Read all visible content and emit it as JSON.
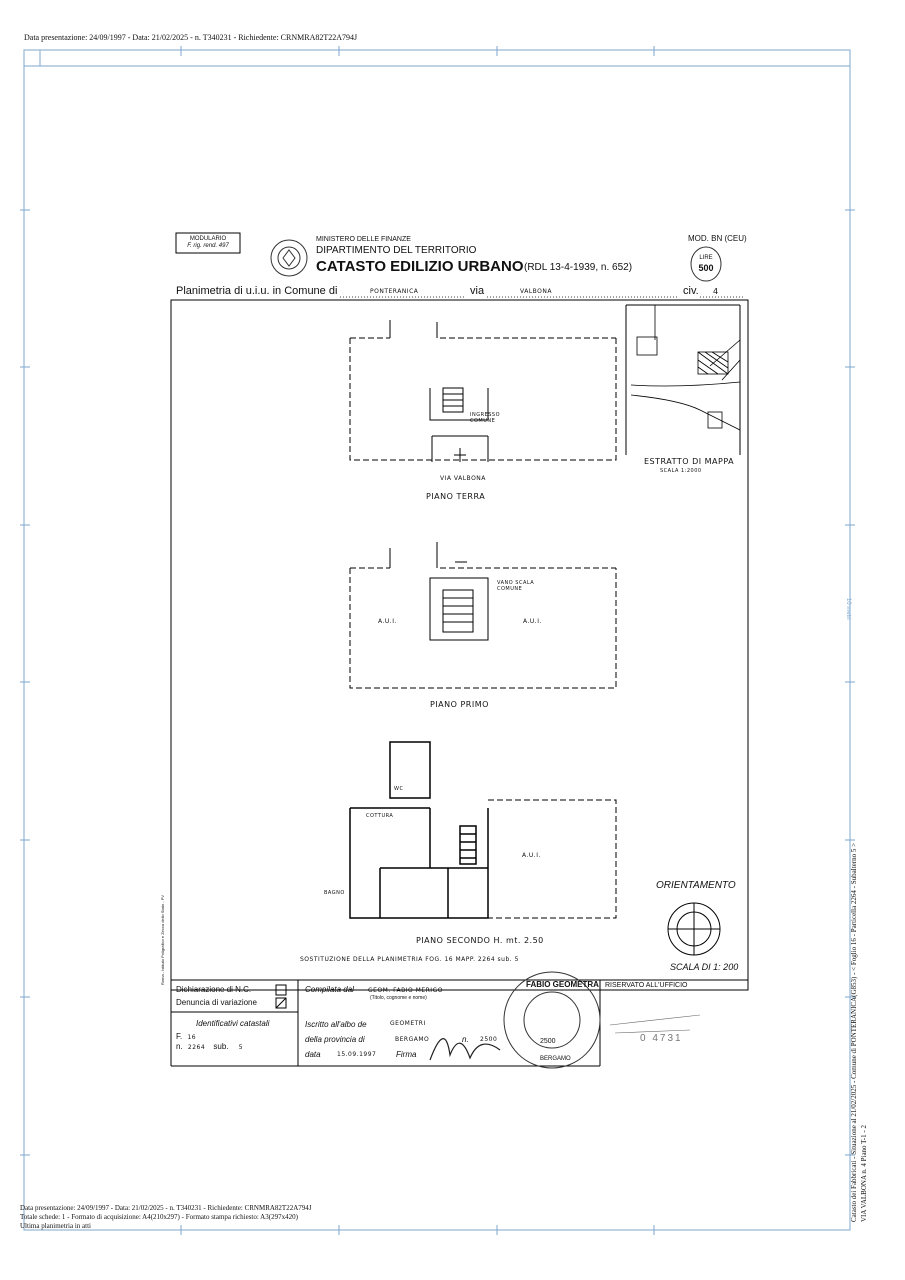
{
  "header_top": "Data presentazione: 24/09/1997 - Data: 21/02/2025 - n. T340231 - Richiedente: CRNMRA82T22A794J",
  "form": {
    "modulario_line1": "MODULARIO",
    "modulario_line2": "F. rig. rend. 497",
    "ministry": "MINISTERO DELLE FINANZE",
    "department": "DIPARTIMENTO DEL TERRITORIO",
    "catasto_title": "CATASTO EDILIZIO URBANO",
    "catasto_ref": "(RDL 13-4-1939, n. 652)",
    "mod": "MOD. BN (CEU)",
    "lire_label": "LIRE",
    "lire_value": "500",
    "planimetria_label": "Planimetria di u.i.u. in Comune di",
    "comune_value": "PONTERANICA",
    "via_label": "via",
    "via_value": "VALBONA",
    "civ_label": "civ.",
    "civ_value": "4"
  },
  "drawing": {
    "piano_terra": "PIANO TERRA",
    "via_valbona": "VIA VALBONA",
    "ingresso_comune": "INGRESSO COMUNE",
    "estratto_mappa": "ESTRATTO DI MAPPA",
    "scala_mappa": "SCALA 1:2000",
    "piano_primo": "PIANO PRIMO",
    "vano_scala_comune": "VANO SCALA COMUNE",
    "aui_left": "A.U.I.",
    "aui_right": "A.U.I.",
    "piano_secondo": "PIANO SECONDO H. mt. 2.50",
    "wc": "WC",
    "cottura": "COTTURA",
    "bagno": "BAGNO",
    "aui_second": "A.U.I.",
    "orientamento": "ORIENTAMENTO",
    "sostituzione": "SOSTITUZIONE DELLA PLANIMETRIA FOG. 16 MAPP. 2264 sub. 5",
    "scala": "SCALA DI 1: 200",
    "printer_note": "Roma - Istituto Poligrafico e Zecca dello Stato - PV"
  },
  "footer_form": {
    "dichiarazione": "Dichiarazione di N.C.",
    "denuncia": "Denuncia di variazione",
    "identificativi": "Identificativi catastali",
    "f_label": "F.",
    "f_value": "16",
    "n_label": "n.",
    "n_value": "2264",
    "sub_label": "sub.",
    "sub_value": "5",
    "compilata_label": "Compilata dal",
    "compilata_value": "GEOM. FABIO MERIGO",
    "compilata_note": "(Titolo, cognome e nome)",
    "iscritto_label": "Iscritto all'albo de",
    "iscritto_value": "GEOMETRI",
    "provincia_label": "della provincia di",
    "provincia_value": "BERGAMO",
    "n2_label": "n.",
    "n2_value": "2500",
    "data_label": "data",
    "data_value": "15.09.1997",
    "firma_label": "Firma",
    "riservato": "RISERVATO ALL'UFFICIO",
    "stamp_top": "FABIO GEOMETRA",
    "stamp_num": "2500",
    "stamp_bottom": "BERGAMO",
    "office_number": "0 4731"
  },
  "side": {
    "right_vertical": "Catasto dei Fabbricati - Situazione al 21/02/2025 - Comune di PONTERANICA(G853) - < Foglio 16 - Particella 2264 - Subalterno 5 >",
    "right_vertical2": "VIA VALBONA n. 4 Piano T-1 - 2",
    "scale_mark": "10 metri"
  },
  "footer": {
    "line1": "Data presentazione: 24/09/1997 - Data: 21/02/2025 - n. T340231 - Richiedente: CRNMRA82T22A794J",
    "line2": "Totale schede: 1 - Formato di acquisizione: A4(210x297) - Formato stampa richiesto: A3(297x420)",
    "line3": "Ultima planimetria in atti"
  }
}
